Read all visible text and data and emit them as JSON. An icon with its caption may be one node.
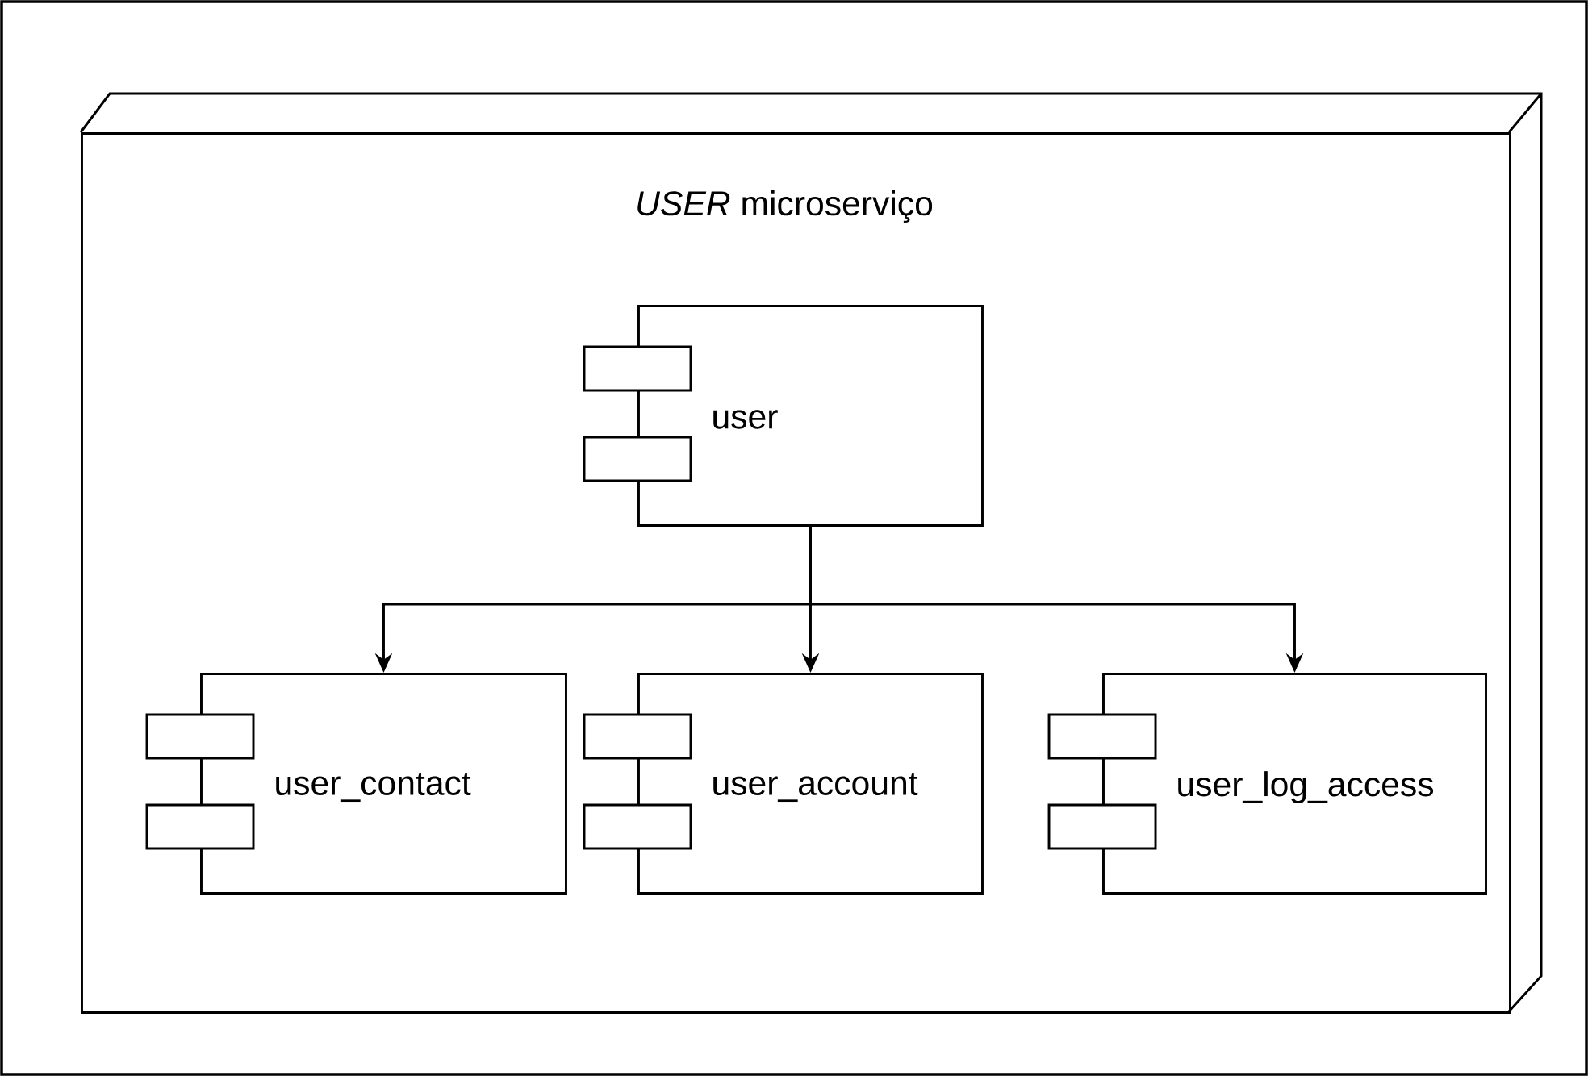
{
  "diagram": {
    "nodes": [
      {
        "text": [
          "*USER* microserviço"
        ]
      },
      {
        "text": [
          "user"
        ],
        "in": 0
      },
      {
        "text": [
          "user_contact"
        ],
        "in": 0
      },
      {
        "text": [
          "user_account"
        ],
        "in": 0
      },
      {
        "text": [
          "user_log_access"
        ],
        "in": 0
      }
    ],
    "edges": [
      {
        "from": 1,
        "to": 2,
        "arrow": "to"
      },
      {
        "from": 1,
        "to": 3,
        "arrow": "to"
      },
      {
        "from": 1,
        "to": 4,
        "arrow": "to"
      }
    ]
  }
}
